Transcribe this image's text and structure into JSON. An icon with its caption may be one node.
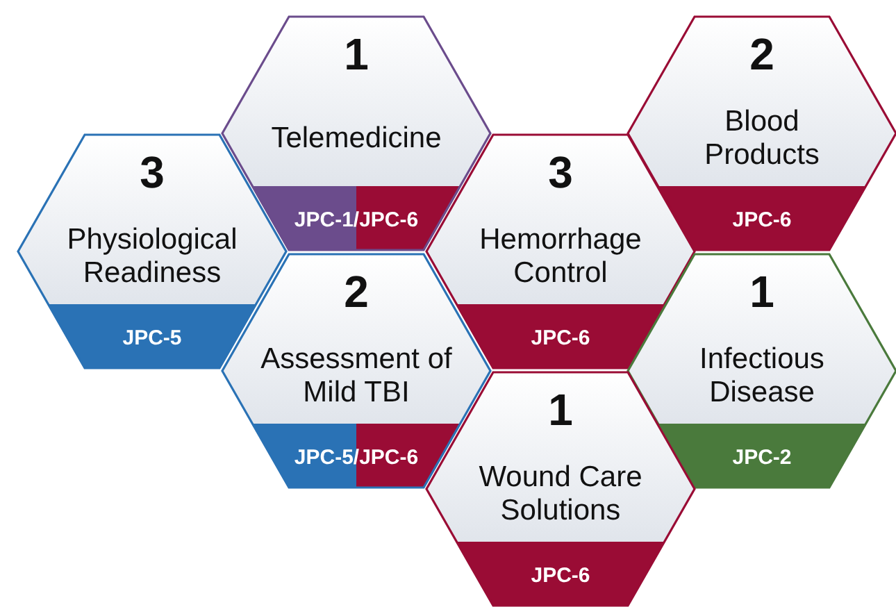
{
  "diagram": {
    "nodes": [
      {
        "text": [
          "1",
          "Telemedicine",
          "JPC-1/JPC-6"
        ]
      },
      {
        "text": [
          "2",
          "Blood Products",
          "JPC-6"
        ]
      },
      {
        "text": [
          "3",
          "Physiological Readiness",
          "JPC-5"
        ]
      },
      {
        "text": [
          "3",
          "Hemorrhage Control",
          "JPC-6"
        ]
      },
      {
        "text": [
          "2",
          "Assessment of Mild TBI",
          "JPC-5/JPC-6"
        ]
      },
      {
        "text": [
          "1",
          "Infectious Disease",
          "JPC-2"
        ]
      },
      {
        "text": [
          "1",
          "Wound Care Solutions",
          "JPC-6"
        ]
      }
    ]
  }
}
